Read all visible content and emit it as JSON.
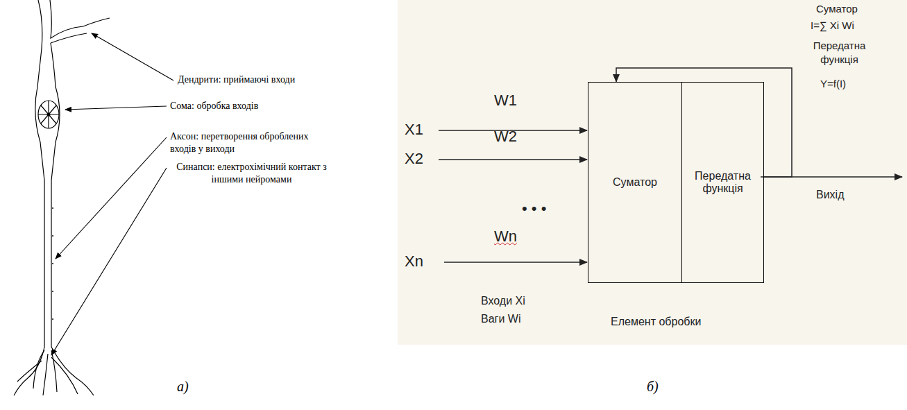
{
  "diagram": {
    "nodes": [
      {
        "text": [
          "Суматор"
        ]
      },
      {
        "text": [
          "Передатна функція"
        ]
      }
    ],
    "edges": [
      {
        "from": 1,
        "to": 0,
        "arrow": "to"
      }
    ],
    "labels": [
      "Дендрити: приймаючі входи",
      "Сома: обробка входів",
      "Аксон: перетворення оброблених входів у виходи",
      "Синапси: електрохімічний контакт з іншими нейромами",
      "а)",
      "X1",
      "W1",
      "X2",
      "W2",
      "• • •",
      "Xn",
      "Wn",
      "Суматор",
      "I=∑ Xi Wi",
      "Передатна функція",
      "Y=f(I)",
      "Вихід",
      "Входи Xi",
      "Ваги Wi",
      "Елемент обробки",
      "б)"
    ]
  }
}
